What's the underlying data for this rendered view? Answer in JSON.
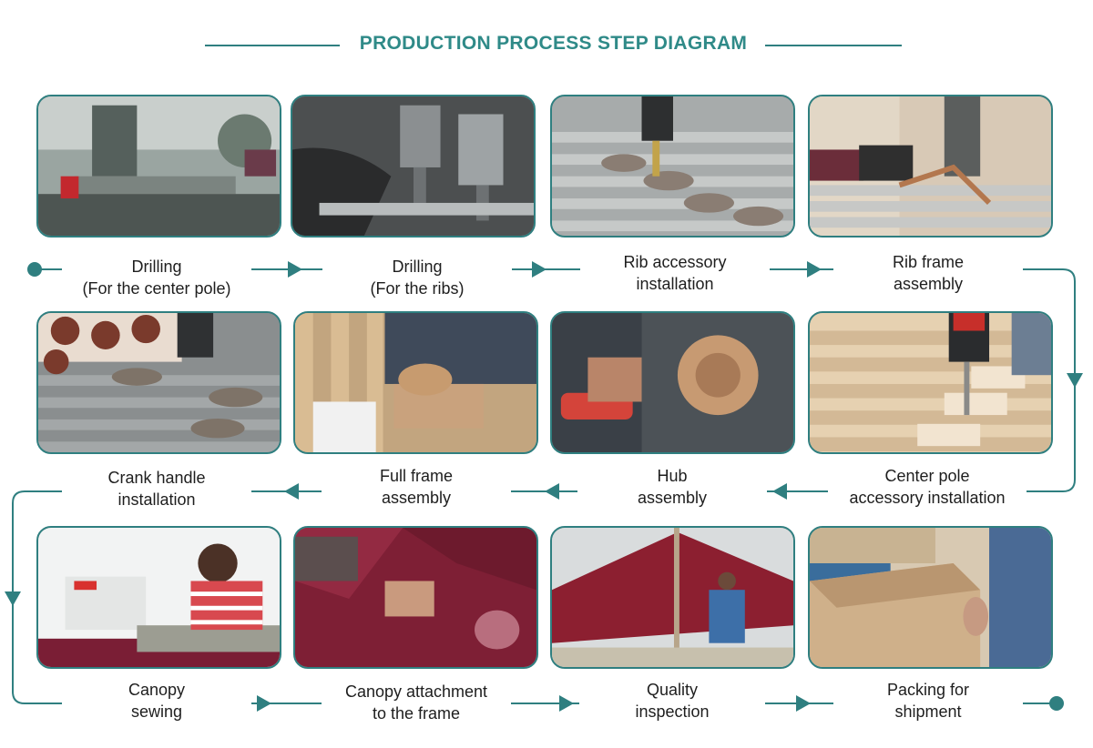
{
  "title": "PRODUCTION PROCESS STEP DIAGRAM",
  "colors": {
    "accent": "#2f7f80",
    "title": "#2f8a88",
    "text": "#1e1e1e"
  },
  "steps": [
    {
      "line1": "Drilling",
      "line2": "(For the center pole)"
    },
    {
      "line1": "Drilling",
      "line2": "(For the ribs)"
    },
    {
      "line1": "Rib accessory",
      "line2": "installation"
    },
    {
      "line1": "Rib frame",
      "line2": "assembly"
    },
    {
      "line1": "Center pole",
      "line2": "accessory installation"
    },
    {
      "line1": "Hub",
      "line2": "assembly"
    },
    {
      "line1": "Full frame",
      "line2": "assembly"
    },
    {
      "line1": "Crank handle",
      "line2": "installation"
    },
    {
      "line1": "Canopy",
      "line2": "sewing"
    },
    {
      "line1": "Canopy attachment",
      "line2": "to the frame"
    },
    {
      "line1": "Quality",
      "line2": "inspection"
    },
    {
      "line1": "Packing for",
      "line2": "shipment"
    }
  ]
}
